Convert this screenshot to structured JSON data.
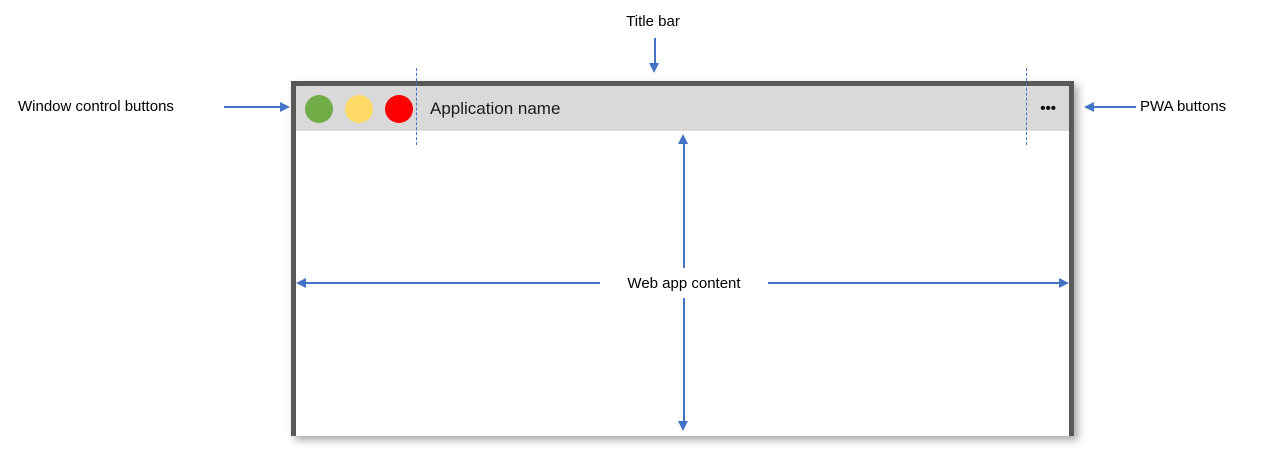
{
  "annotations": {
    "title_bar": "Title bar",
    "window_control_buttons": "Window control buttons",
    "pwa_buttons": "PWA buttons",
    "web_app_content": "Web app content"
  },
  "window": {
    "application_name": "Application name",
    "pwa_buttons_glyph": "•••"
  },
  "colors": {
    "accent_blue": "#4472C4",
    "window_border": "#595959",
    "titlebar_bg": "#D9D9D9",
    "control_green": "#70AD47",
    "control_yellow": "#FFD966",
    "control_red": "#FF0000",
    "label_text": "#000000"
  }
}
